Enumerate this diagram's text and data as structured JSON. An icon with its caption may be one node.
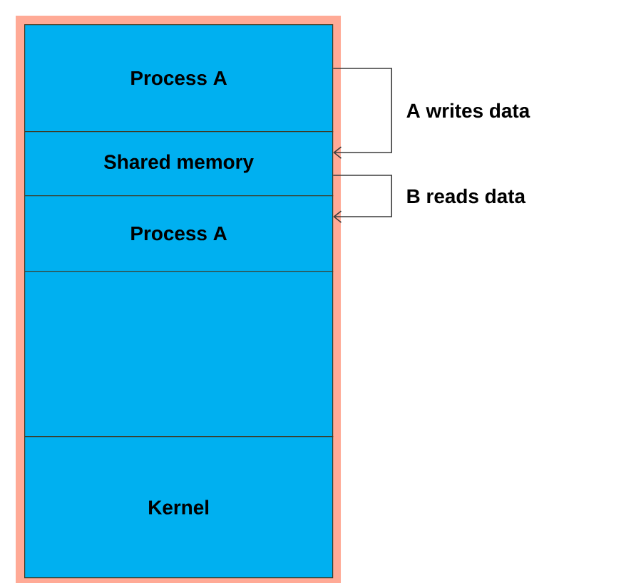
{
  "diagram": {
    "nodes": [
      {
        "text": [
          "Process A"
        ]
      },
      {
        "text": [
          "Shared memory"
        ]
      },
      {
        "text": [
          "Process A"
        ]
      },
      {
        "text": [],
        "shape": "box"
      },
      {
        "text": [
          "Kernel"
        ]
      }
    ],
    "edges": [
      {
        "from": 0,
        "to": 1,
        "arrow": "to",
        "label": "A writes data"
      },
      {
        "from": 1,
        "to": 2,
        "arrow": "to",
        "label": "B reads data"
      }
    ]
  }
}
